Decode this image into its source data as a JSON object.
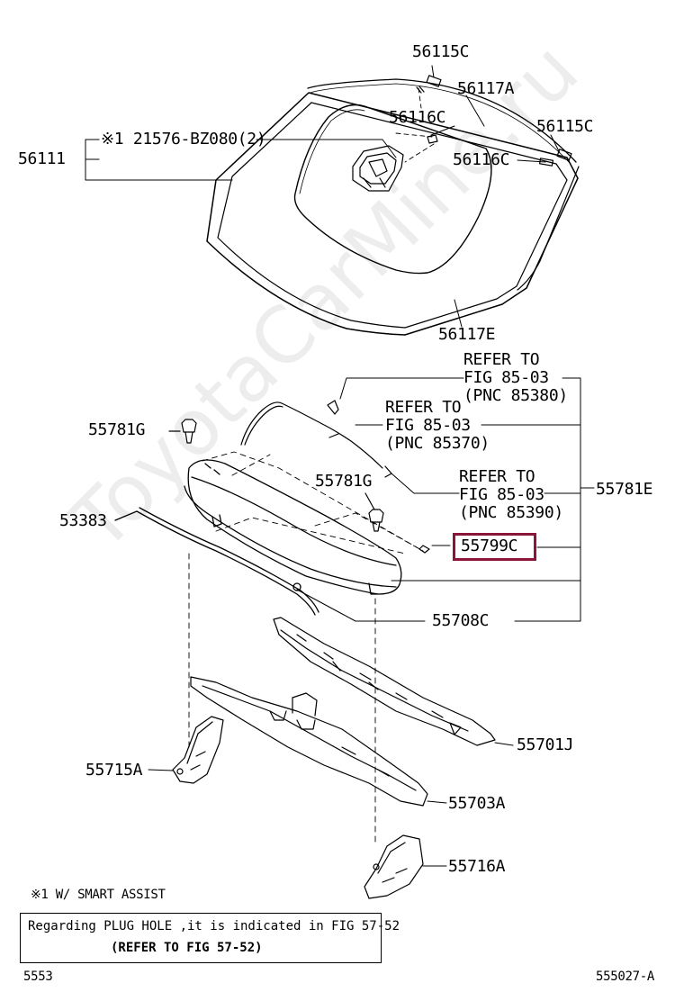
{
  "diagram": {
    "part_labels": {
      "p56115c_top": "56115C",
      "p56117a": "56117A",
      "p56116c_top": "56116C",
      "p56115c_right": "56115C",
      "p56116c_right": "56116C",
      "p56111": "56111",
      "p21576": "※1 21576-BZ080(2)",
      "p56117e": "56117E",
      "p55781g_left": "55781G",
      "p55781g_mid": "55781G",
      "p53383": "53383",
      "p55799c": "55799C",
      "p55708c": "55708C",
      "p55781e": "55781E",
      "p55701j": "55701J",
      "p55715a": "55715A",
      "p55703a": "55703A",
      "p55716a": "55716A"
    },
    "references": [
      {
        "line1": "REFER TO",
        "line2": "FIG 85-03",
        "line3": "(PNC 85380)"
      },
      {
        "line1": "REFER TO",
        "line2": "FIG 85-03",
        "line3": "(PNC 85370)"
      },
      {
        "line1": "REFER TO",
        "line2": "FIG 85-03",
        "line3": "(PNC 85390)"
      }
    ],
    "footnote": "※1 W/ SMART ASSIST",
    "note_box": {
      "line1": "Regarding PLUG HOLE ,it is indicated in FIG 57-52",
      "line2": "(REFER TO FIG 57-52)"
    },
    "page_left": "5553",
    "page_right": "555027-A",
    "watermark": "ToyotaCarMine.ru",
    "highlight_color": "#8b1538"
  }
}
